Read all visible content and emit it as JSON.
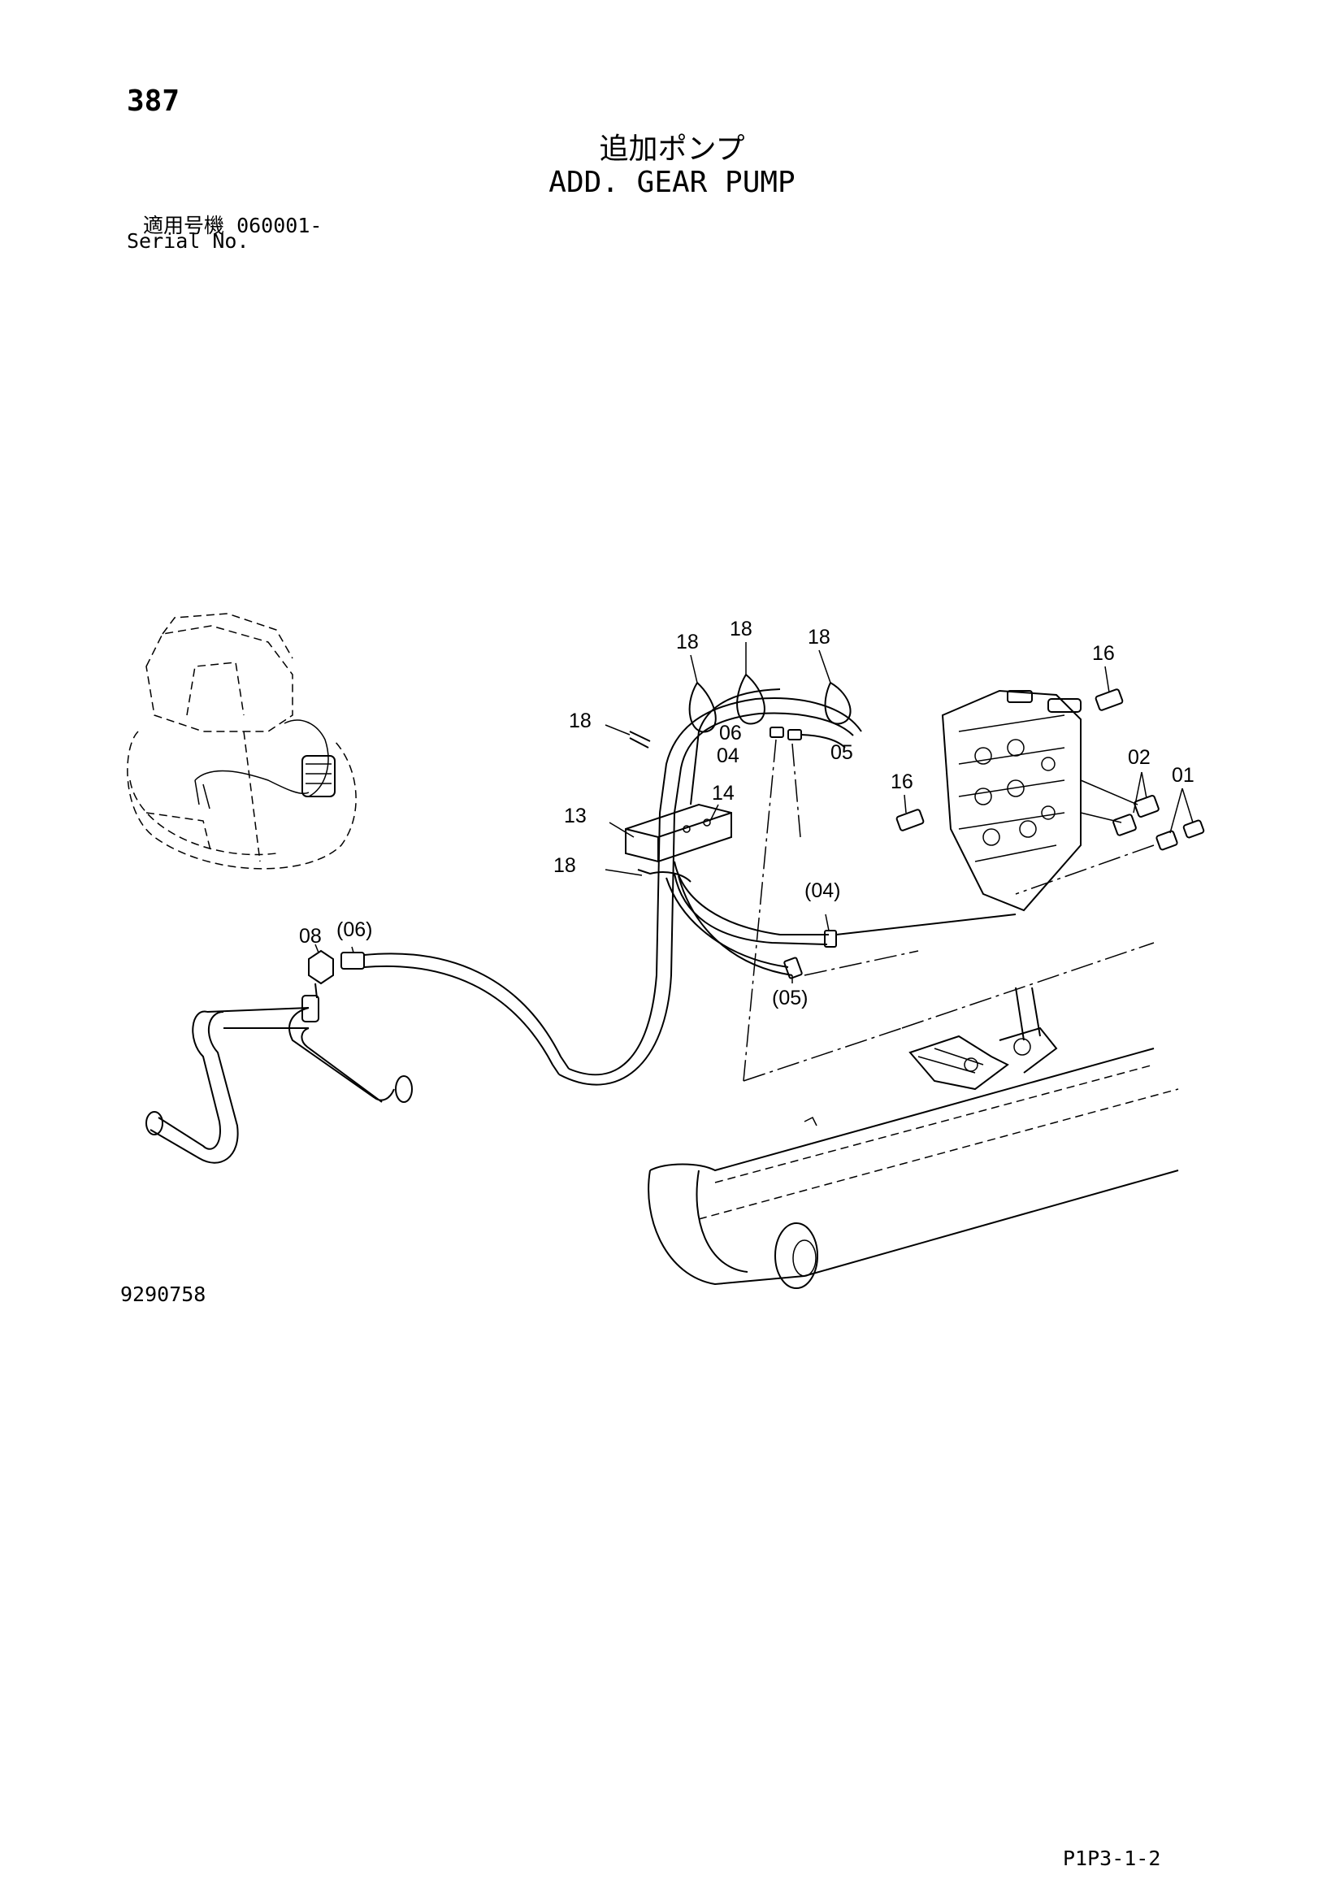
{
  "header": {
    "page_number": "387",
    "title_jp": "追加ポンプ",
    "title_en": "ADD. GEAR PUMP",
    "serial_label_jp": "適用号機",
    "serial_value": "060001-",
    "serial_label_en": "Serial No."
  },
  "diagram": {
    "callouts": {
      "c18_a": "18",
      "c18_b": "18",
      "c18_c": "18",
      "c18_d": "18",
      "c18_e": "18",
      "c16_a": "16",
      "c16_b": "16",
      "c06": "06",
      "c04": "04",
      "c05": "05",
      "c02": "02",
      "c01": "01",
      "c14": "14",
      "c13": "13",
      "c04p": "(04)",
      "c08": "08",
      "c06p": "(06)",
      "c05p": "(05)"
    }
  },
  "footer": {
    "drawing_number": "9290758",
    "reference_code": "P1P3-1-2"
  }
}
